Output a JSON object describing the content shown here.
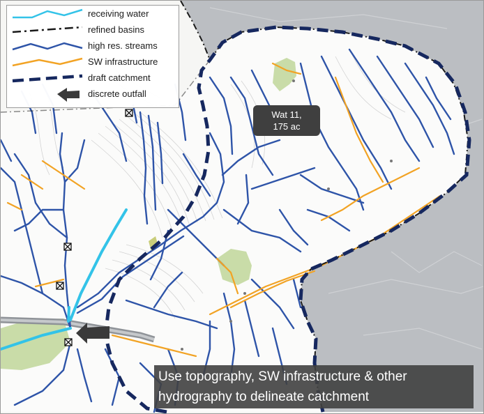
{
  "legend": {
    "items": [
      {
        "label": "receiving water",
        "symbol": "solid-line",
        "color": "#33c3e8"
      },
      {
        "label": "refined basins",
        "symbol": "dash-dot-line",
        "color": "#1a1a1a"
      },
      {
        "label": "high res. streams",
        "symbol": "solid-line",
        "color": "#2e54a8"
      },
      {
        "label": "SW infrastructure",
        "symbol": "solid-line",
        "color": "#f2a324"
      },
      {
        "label": "draft catchment",
        "symbol": "heavy-dashed-line",
        "color": "#16285f"
      },
      {
        "label": "discrete outfall",
        "symbol": "arrow-icon",
        "color": "#3a3a3a"
      }
    ]
  },
  "catchment_label": {
    "line1": "Wat 11,",
    "line2": "175 ac"
  },
  "caption": {
    "line1": "Use topography, SW infrastructure & other",
    "line2": "hydrography to delineate catchment"
  },
  "colors": {
    "streams": "#2e54a8",
    "infrastructure": "#f2a324",
    "receiving_water": "#33c3e8",
    "catchment": "#16285f",
    "basin_boundary": "#1a1a1a",
    "outside_area": "#b9bcc0",
    "park_green": "#c9dca8"
  }
}
